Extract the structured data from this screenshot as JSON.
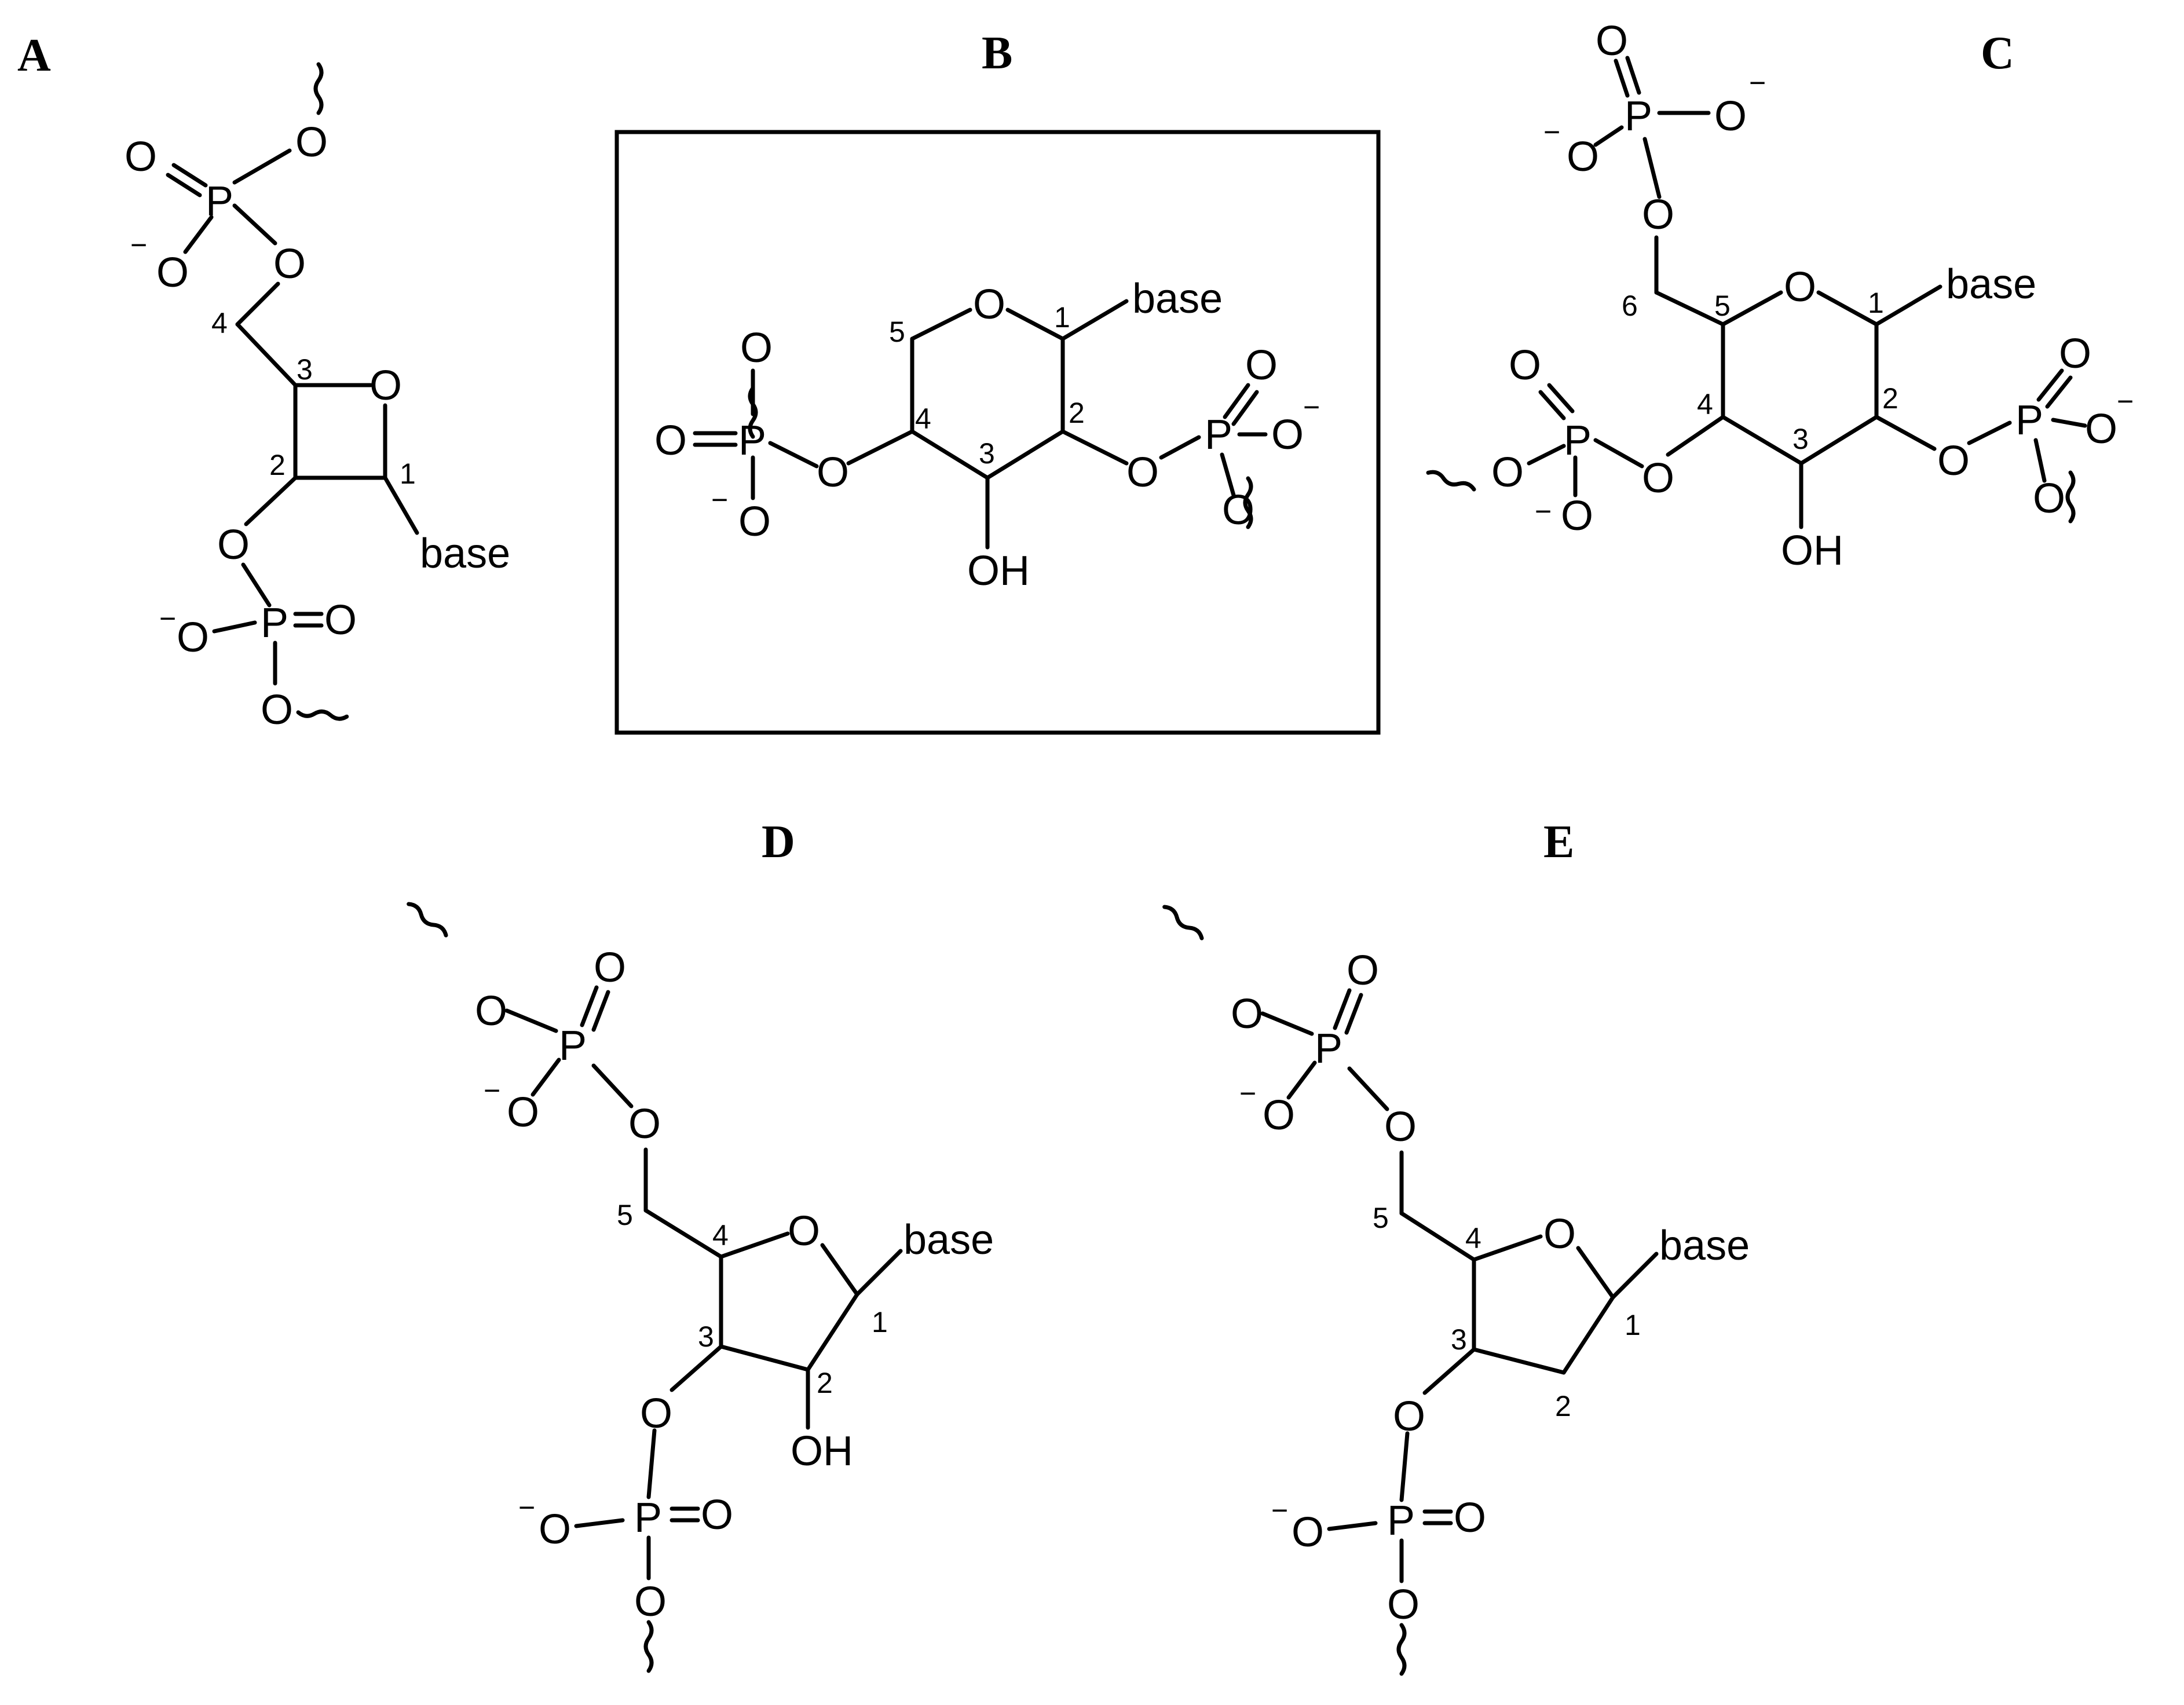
{
  "figure": {
    "panels": [
      {
        "label": "A",
        "ring_atom": "O",
        "base": "base",
        "hydroxyl": "",
        "positions": [
          "1",
          "2",
          "3",
          "4"
        ],
        "phosphates": [
          "P",
          "P"
        ],
        "oxygens": [
          "O",
          "O",
          "O",
          "O",
          "O",
          "O",
          "O",
          "O"
        ],
        "charges": [
          "−",
          "−"
        ],
        "boxed": false
      },
      {
        "label": "B",
        "ring_atom": "O",
        "base": "base",
        "hydroxyl": "OH",
        "positions": [
          "1",
          "2",
          "3",
          "4",
          "5"
        ],
        "phosphates": [
          "P",
          "P"
        ],
        "oxygens": [
          "O",
          "O",
          "O",
          "O",
          "O",
          "O",
          "O",
          "O"
        ],
        "charges": [
          "−",
          "−"
        ],
        "boxed": true
      },
      {
        "label": "C",
        "ring_atom": "O",
        "base": "base",
        "hydroxyl": "OH",
        "positions": [
          "1",
          "2",
          "3",
          "4",
          "5",
          "6"
        ],
        "phosphates": [
          "P",
          "P",
          "P"
        ],
        "oxygens": [
          "O",
          "O",
          "O",
          "O",
          "O",
          "O",
          "O",
          "O",
          "O",
          "O",
          "O",
          "O"
        ],
        "charges": [
          "−",
          "−",
          "−",
          "−"
        ],
        "boxed": false
      },
      {
        "label": "D",
        "ring_atom": "O",
        "base": "base",
        "hydroxyl": "OH",
        "positions": [
          "1",
          "2",
          "3",
          "4",
          "5"
        ],
        "phosphates": [
          "P",
          "P"
        ],
        "oxygens": [
          "O",
          "O",
          "O",
          "O",
          "O",
          "O",
          "O",
          "O"
        ],
        "charges": [
          "−",
          "−"
        ],
        "boxed": false
      },
      {
        "label": "E",
        "ring_atom": "O",
        "base": "base",
        "hydroxyl": "",
        "positions": [
          "1",
          "2",
          "3",
          "4",
          "5"
        ],
        "phosphates": [
          "P",
          "P"
        ],
        "oxygens": [
          "O",
          "O",
          "O",
          "O",
          "O",
          "O",
          "O",
          "O"
        ],
        "charges": [
          "−",
          "−"
        ],
        "boxed": false
      }
    ]
  }
}
